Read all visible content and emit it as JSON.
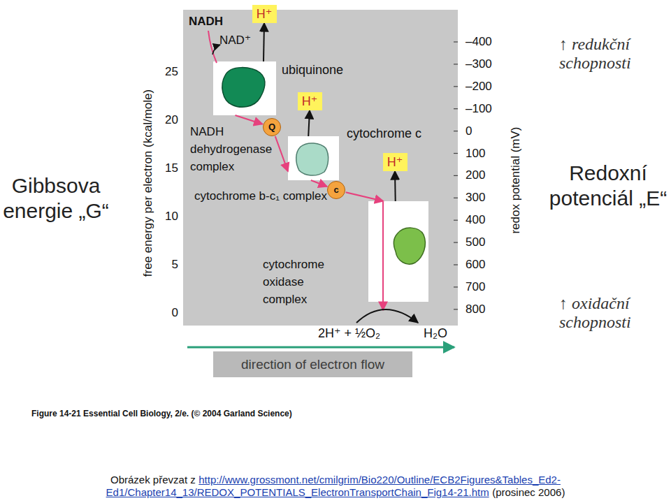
{
  "diagram": {
    "caption": "Figure 14-21 Essential Cell Biology, 2/e. (© 2004 Garland Science)",
    "nodes": [
      {
        "text": [
          "H⁺"
        ]
      },
      {
        "text": [
          "NADH dehydrogenase complex"
        ]
      },
      {
        "text": [
          "Q"
        ]
      },
      {
        "text": [
          "H⁺"
        ]
      },
      {
        "text": [
          "cytochrome b-c₁ complex"
        ]
      },
      {
        "text": [
          "c"
        ]
      },
      {
        "text": [
          "H⁺"
        ]
      },
      {
        "text": [
          "cytochrome oxidase complex"
        ]
      },
      {
        "text": [
          "direction of electron flow"
        ]
      }
    ],
    "edges": [
      {
        "from": 1,
        "to": 2,
        "arrow": "to"
      },
      {
        "from": 2,
        "to": 4,
        "arrow": "to"
      },
      {
        "from": 4,
        "to": 5,
        "arrow": "to"
      },
      {
        "from": 5,
        "to": 7,
        "arrow": "to"
      },
      {
        "from": 1,
        "to": 0,
        "arrow": "to"
      },
      {
        "from": 4,
        "to": 3,
        "arrow": "to"
      },
      {
        "from": 7,
        "to": 6,
        "arrow": "to"
      }
    ],
    "labels": [
      "NADH",
      "NAD⁺",
      "ubiquinone",
      "cytochrome c",
      "2H⁺ + ½O₂",
      "H₂O",
      "25",
      "20",
      "15",
      "10",
      "5",
      "0",
      "free energy per electron (kcal/mole)",
      "–400",
      "–300",
      "–200",
      "–100",
      "0",
      "100",
      "200",
      "300",
      "400",
      "500",
      "600",
      "700",
      "800",
      "redox potential (mV)",
      "↑ redukční schopnosti",
      "Gibbsova energie „G“",
      "Redoxní potenciál „E“",
      "↑ oxidační schopnosti",
      "Obrázek převzat z",
      "http://www.grossmont.net/cmilgrim/Bio220/Outline/ECB2Figures&Tables_Ed2-Ed1/Chapter14_13/REDOX_POTENTIALS_ElectronTransportChain_Fig14-21.htm",
      "(prosinec 2006)"
    ]
  }
}
